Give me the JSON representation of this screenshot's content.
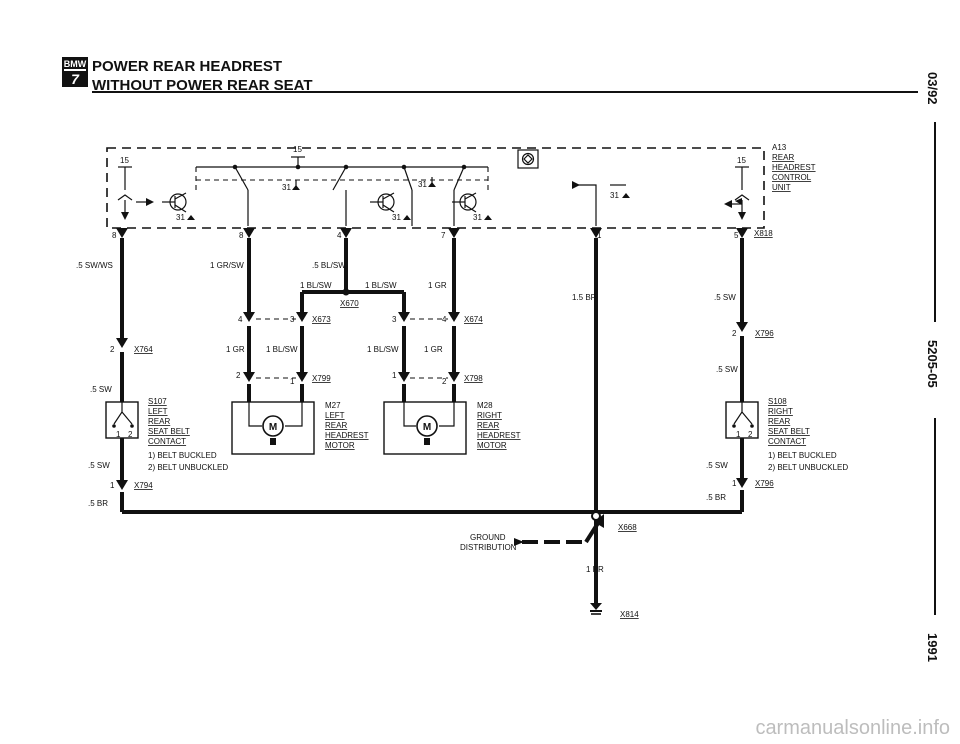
{
  "header": {
    "badge_top": "BMW",
    "badge_bottom": "7",
    "title": "POWER REAR HEADREST",
    "subtitle": "WITHOUT POWER REAR SEAT"
  },
  "side": {
    "date": "03/92",
    "code": "5205-05",
    "year": "1991"
  },
  "module": {
    "id": "A13",
    "lines": [
      "REAR",
      "HEADREST",
      "CONTROL",
      "UNIT"
    ]
  },
  "inner": {
    "v15": "15",
    "g31": "31"
  },
  "pins": {
    "p8": "8",
    "p4": "4",
    "p7": "7",
    "p1": "1",
    "p5": "5",
    "p3": "3",
    "p2": "2",
    "p1b": "1",
    "p2b": "2"
  },
  "connectors": {
    "x818": "X818",
    "x764": "X764",
    "x796": "X796",
    "x670": "X670",
    "x673": "X673",
    "x674": "X674",
    "x799": "X799",
    "x798": "X798",
    "x794": "X794",
    "x668": "X668",
    "x814": "X814"
  },
  "wires": {
    "sw_ws": ".5 SW/WS",
    "gr_sw": "1 GR/SW",
    "bl_sw_05": ".5 BL/SW",
    "bl_sw_1": "1 BL/SW",
    "gr_1": "1 GR",
    "br_15": "1.5 BR",
    "sw_05": ".5 SW",
    "br_05": ".5 BR",
    "br_1": "1 BR"
  },
  "s107": {
    "id": "S107",
    "lines": [
      "LEFT",
      "REAR",
      "SEAT BELT",
      "CONTACT"
    ],
    "notes": [
      "1) BELT BUCKLED",
      "2) BELT UNBUCKLED"
    ]
  },
  "s108": {
    "id": "S108",
    "lines": [
      "RIGHT",
      "REAR",
      "SEAT BELT",
      "CONTACT"
    ],
    "notes": [
      "1) BELT BUCKLED",
      "2) BELT UNBUCKLED"
    ]
  },
  "m27": {
    "id": "M27",
    "lines": [
      "LEFT",
      "REAR",
      "HEADREST",
      "MOTOR"
    ]
  },
  "m28": {
    "id": "M28",
    "lines": [
      "RIGHT",
      "REAR",
      "HEADREST",
      "MOTOR"
    ]
  },
  "motor_symbol": "M",
  "ground": {
    "lines": [
      "GROUND",
      "DISTRIBUTION"
    ]
  },
  "watermark": "carmanualsonline.info"
}
